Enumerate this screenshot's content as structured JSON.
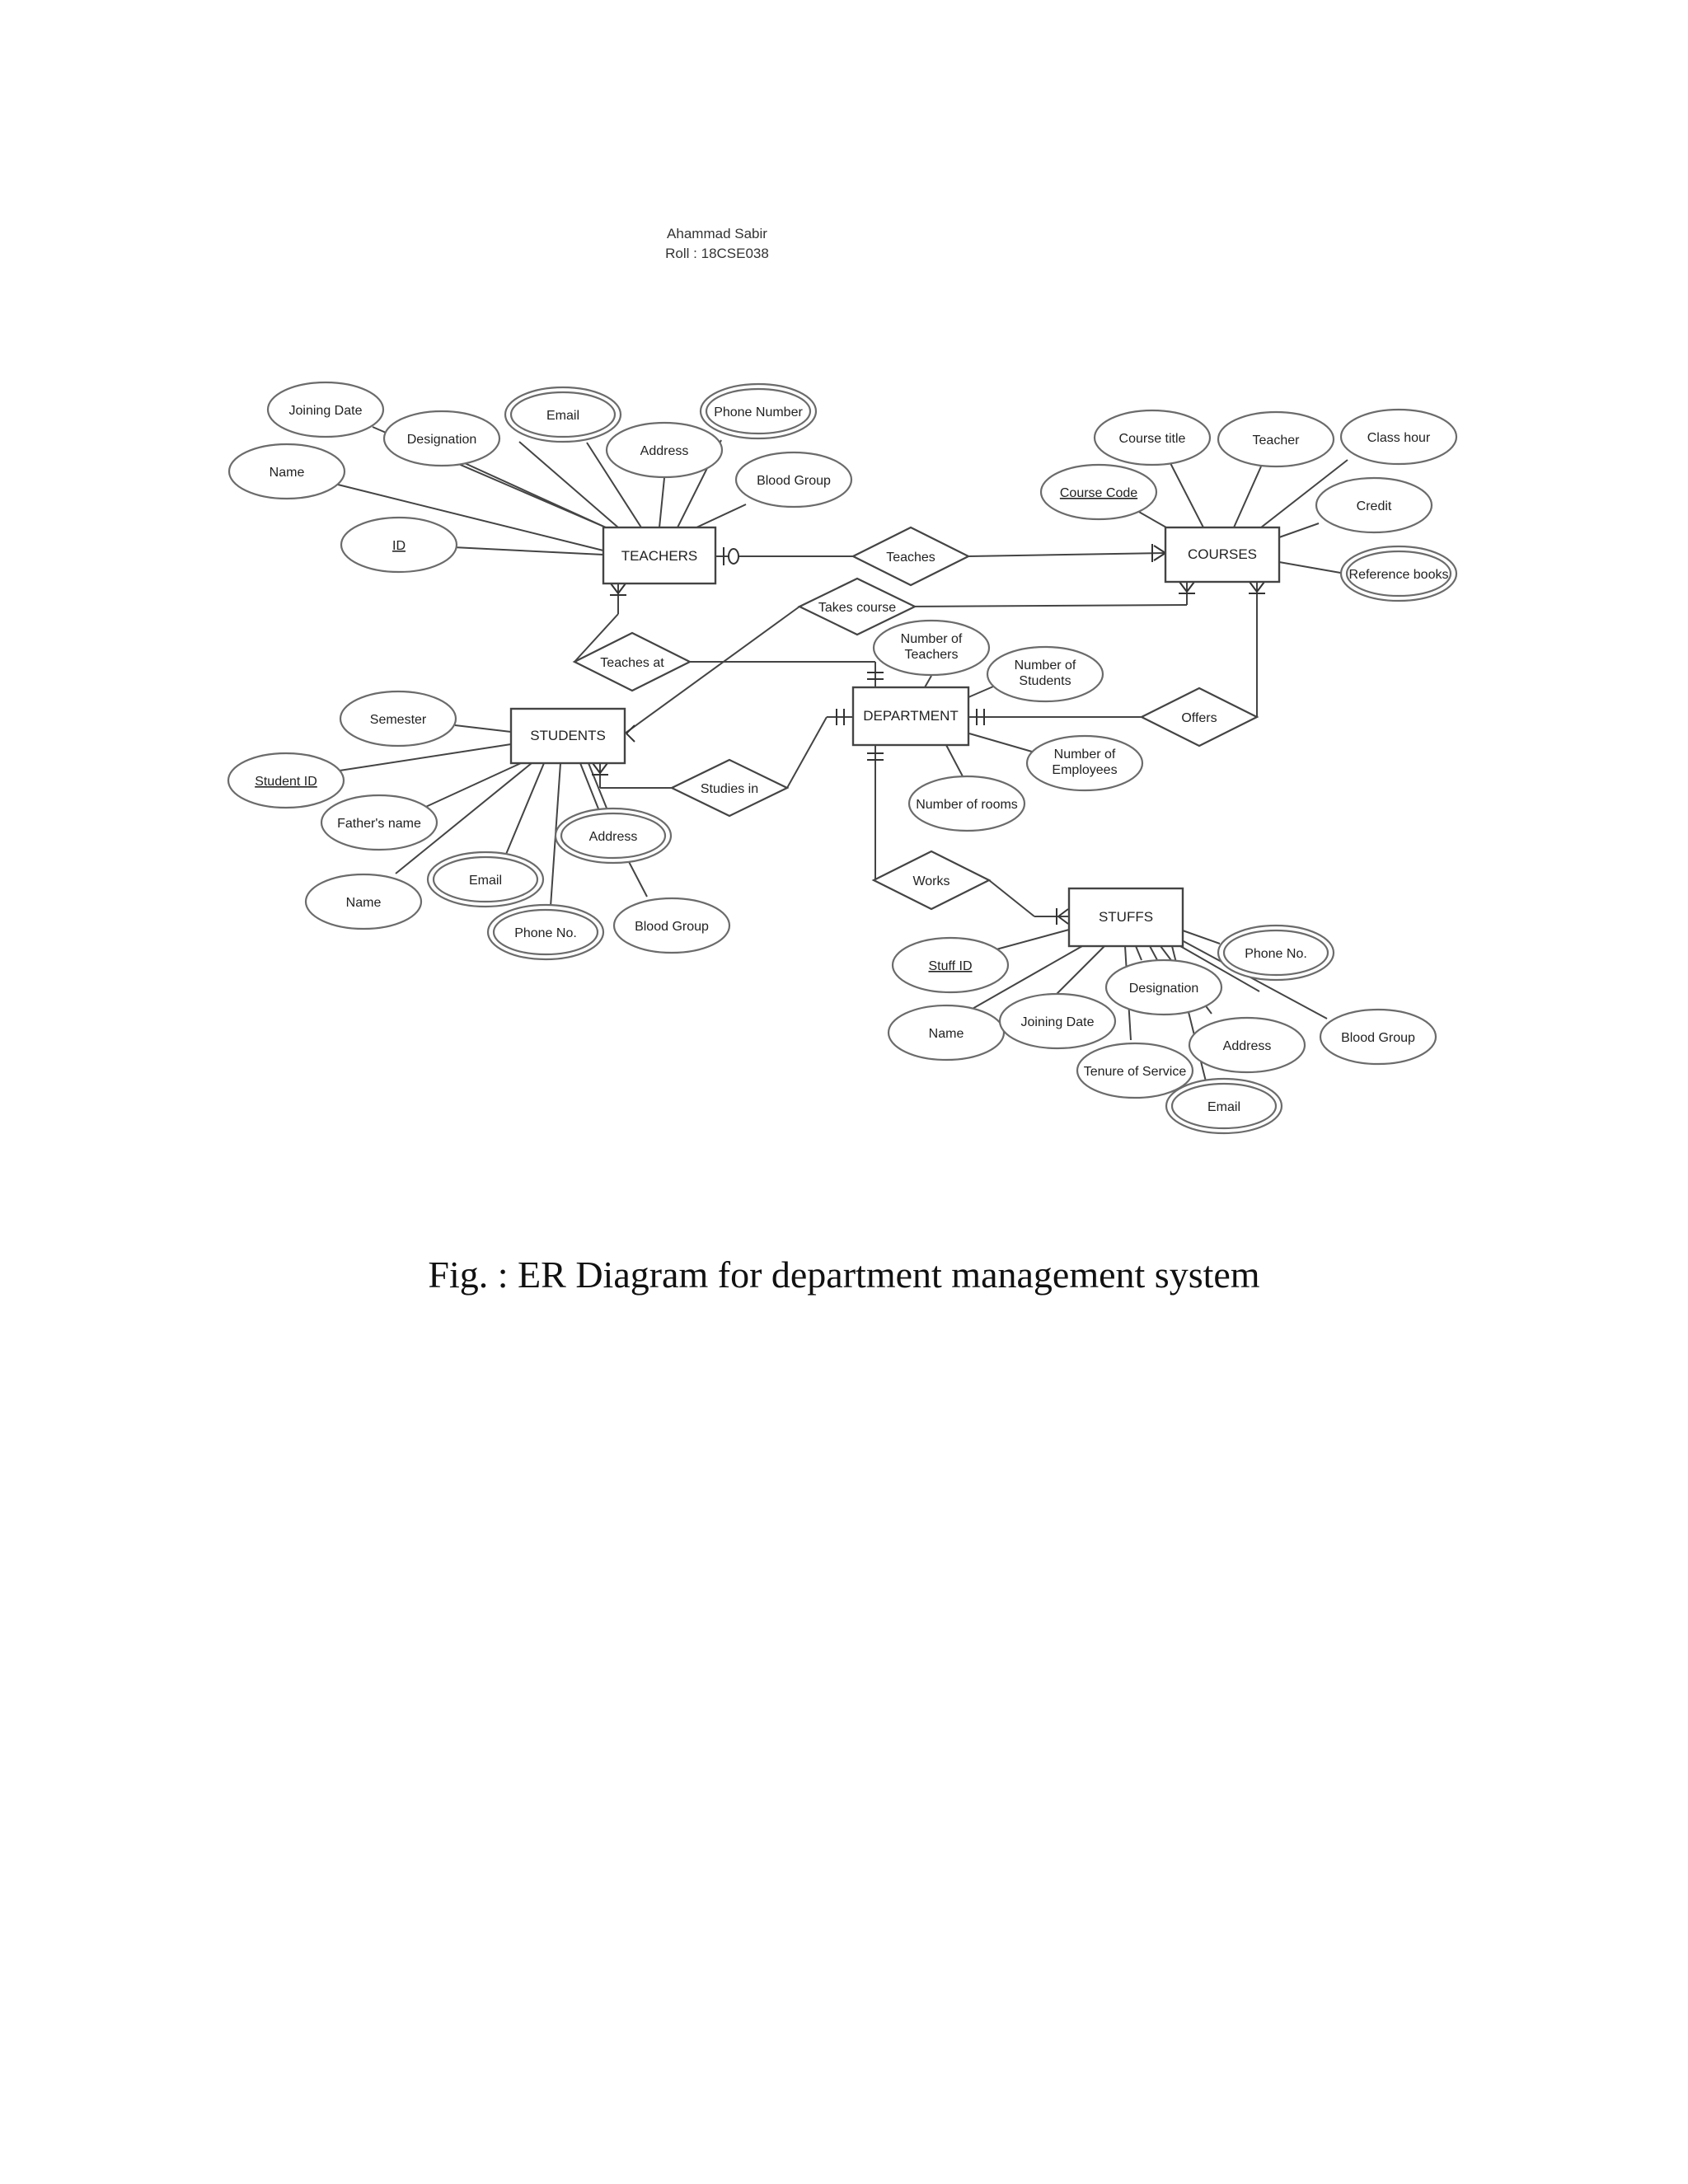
{
  "header": {
    "author": "Ahammad Sabir",
    "roll": "Roll : 18CSE038"
  },
  "caption": "Fig. : ER Diagram for department management system",
  "entities": {
    "teachers": "TEACHERS",
    "courses": "COURSES",
    "students": "STUDENTS",
    "department": "DEPARTMENT",
    "stuffs": "STUFFS"
  },
  "relationships": {
    "teaches": "Teaches",
    "takes_course": "Takes course",
    "teaches_at": "Teaches at",
    "studies_in": "Studies in",
    "offers": "Offers",
    "works": "Works"
  },
  "attributes": {
    "teachers": {
      "joining_date": "Joining Date",
      "designation": "Designation",
      "email": "Email",
      "phone_number": "Phone Number",
      "address": "Address",
      "blood_group": "Blood Group",
      "name": "Name",
      "id": "ID"
    },
    "courses": {
      "course_title": "Course title",
      "teacher": "Teacher",
      "class_hour": "Class hour",
      "course_code": "Course Code",
      "credit": "Credit",
      "reference_books": "Reference books"
    },
    "department": {
      "number_of_teachers": "Number of Teachers",
      "number_of_students": "Number of Students",
      "number_of_employees": "Number of Employees",
      "number_of_rooms": "Number of rooms"
    },
    "students": {
      "semester": "Semester",
      "student_id": "Student ID",
      "fathers_name": "Father's name",
      "address": "Address",
      "email": "Email",
      "name": "Name",
      "phone_no": "Phone No.",
      "blood_group": "Blood Group"
    },
    "stuffs": {
      "stuff_id": "Stuff ID",
      "phone_no": "Phone No.",
      "designation": "Designation",
      "name": "Name",
      "joining_date": "Joining Date",
      "address": "Address",
      "blood_group": "Blood Group",
      "tenure_of_service": "Tenure of Service",
      "email": "Email"
    }
  }
}
